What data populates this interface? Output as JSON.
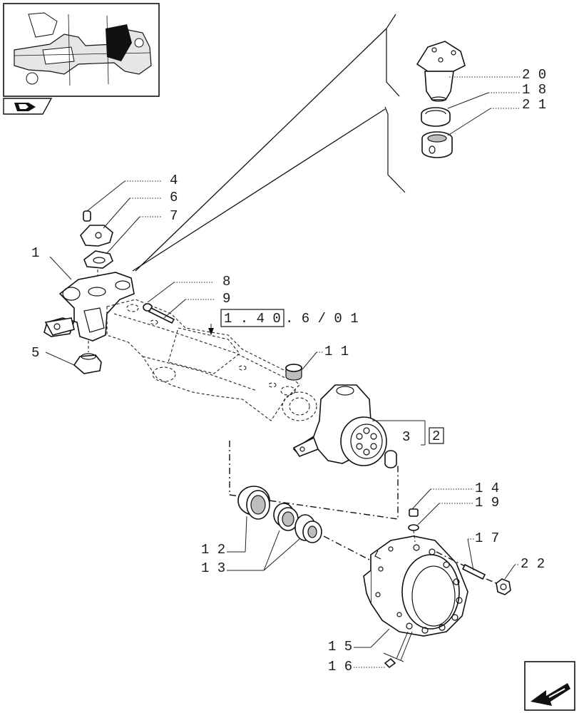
{
  "diagram": {
    "callouts": {
      "c1": "1",
      "c2": "2",
      "c3": "3",
      "c4": "4",
      "c5": "5",
      "c6": "6",
      "c7": "7",
      "c8": "8",
      "c9": "9",
      "c11": "1 1",
      "c12": "1 2",
      "c13": "1 3",
      "c14": "1 4",
      "c15": "1 5",
      "c16": "1 6",
      "c17": "1 7",
      "c18": "1 8",
      "c19": "1 9",
      "c20": "2 0",
      "c21": "2 1",
      "c22": "2 2"
    },
    "reference_label": "1 . 4 0 . 6 / 0 1",
    "reference_boxed": "1 . 4 0",
    "reference_suffix": ". 6 / 0 1"
  }
}
